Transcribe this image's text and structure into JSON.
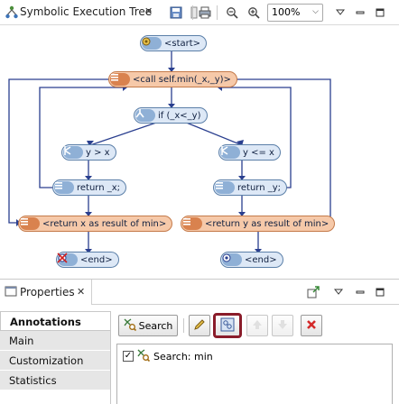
{
  "tree_view": {
    "tab_title": "Symbolic Execution Tree",
    "tab_close": "✕",
    "zoom": {
      "value": "100%"
    },
    "nodes": {
      "start": "<start>",
      "call": "<call self.min(_x,_y)>",
      "branch": "if (_x<_y)",
      "cond_true": "y > x",
      "cond_false": "y <= x",
      "ret_x": "return _x;",
      "ret_y": "return _y;",
      "term_x": "<return x as result of min>",
      "term_y": "<return y as result of min>",
      "end_left": "<end>",
      "end_right": "<end>"
    },
    "colors": {
      "node_blue": "#dde8f6",
      "node_orange": "#f6c9a9",
      "edge_line": "#2a3f8f"
    }
  },
  "properties_view": {
    "tab_title": "Properties",
    "tab_close": "✕",
    "sidebar": [
      {
        "label": "Annotations",
        "active": true
      },
      {
        "label": "Main",
        "active": false
      },
      {
        "label": "Customization",
        "active": false
      },
      {
        "label": "Statistics",
        "active": false
      }
    ],
    "toolbar": {
      "search_label": "Search"
    },
    "annotations": [
      {
        "label": "Search: min",
        "checked": true
      }
    ],
    "highlight_color": "#8a1c2a"
  }
}
